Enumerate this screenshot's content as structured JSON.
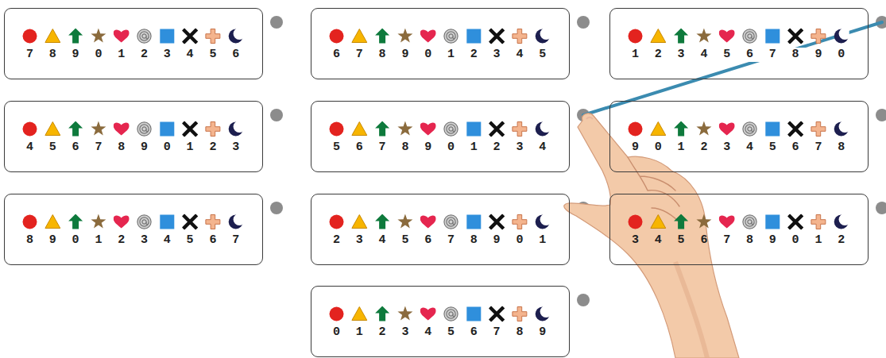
{
  "diagram": {
    "nodes": [
      {
        "text": [
          "7 8 9 0 1 2 3 4 5 6"
        ]
      },
      {
        "text": [
          "6 7 8 9 0 1 2 3 4 5"
        ]
      },
      {
        "text": [
          "1 2 3 4 5 6 7 8 9 0"
        ]
      },
      {
        "text": [
          "4 5 6 7 8 9 0 1 2 3"
        ]
      },
      {
        "text": [
          "5 6 7 8 9 0 1 2 3 4"
        ]
      },
      {
        "text": [
          "9 0 1 2 3 4 5 6 7 8"
        ]
      },
      {
        "text": [
          "8 9 0 1 2 3 4 5 6 7"
        ]
      },
      {
        "text": [
          "2 3 4 5 6 7 8 9 0 1"
        ]
      },
      {
        "text": [
          "3 4 5 6 7 8 9 0 1 2"
        ]
      },
      {
        "text": [
          "0 1 2 3 4 5 6 7 8 9"
        ]
      }
    ],
    "edges": [
      {
        "from": 4,
        "to": 2,
        "arrow": "none"
      }
    ]
  }
}
